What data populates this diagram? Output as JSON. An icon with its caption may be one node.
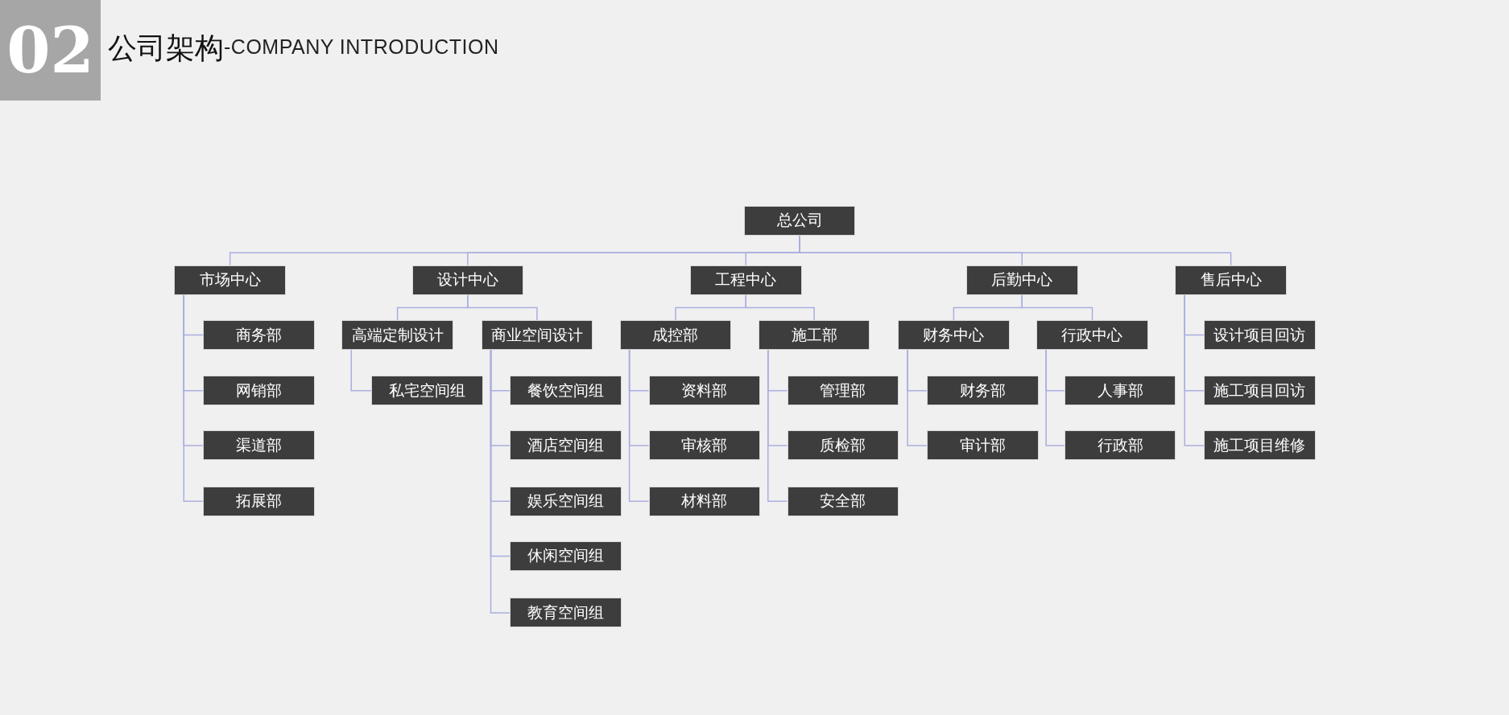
{
  "diagram": {
    "title": "公司架构",
    "nodes": [
      {
        "text": [
          "总公司"
        ]
      },
      {
        "text": [
          "市场中心"
        ]
      },
      {
        "text": [
          "商务部"
        ]
      },
      {
        "text": [
          "网销部"
        ]
      },
      {
        "text": [
          "渠道部"
        ]
      },
      {
        "text": [
          "拓展部"
        ]
      },
      {
        "text": [
          "设计中心"
        ]
      },
      {
        "text": [
          "高端定制设计"
        ]
      },
      {
        "text": [
          "私宅空间组"
        ]
      },
      {
        "text": [
          "商业空间设计"
        ]
      },
      {
        "text": [
          "餐饮空间组"
        ]
      },
      {
        "text": [
          "酒店空间组"
        ]
      },
      {
        "text": [
          "娱乐空间组"
        ]
      },
      {
        "text": [
          "休闲空间组"
        ]
      },
      {
        "text": [
          "教育空间组"
        ]
      },
      {
        "text": [
          "工程中心"
        ]
      },
      {
        "text": [
          "成控部"
        ]
      },
      {
        "text": [
          "资料部"
        ]
      },
      {
        "text": [
          "审核部"
        ]
      },
      {
        "text": [
          "材料部"
        ]
      },
      {
        "text": [
          "施工部"
        ]
      },
      {
        "text": [
          "管理部"
        ]
      },
      {
        "text": [
          "质检部"
        ]
      },
      {
        "text": [
          "安全部"
        ]
      },
      {
        "text": [
          "后勤中心"
        ]
      },
      {
        "text": [
          "财务中心"
        ]
      },
      {
        "text": [
          "财务部"
        ]
      },
      {
        "text": [
          "审计部"
        ]
      },
      {
        "text": [
          "行政中心"
        ]
      },
      {
        "text": [
          "人事部"
        ]
      },
      {
        "text": [
          "行政部"
        ]
      },
      {
        "text": [
          "售后中心"
        ]
      },
      {
        "text": [
          "设计项目回访"
        ]
      },
      {
        "text": [
          "施工项目回访"
        ]
      },
      {
        "text": [
          "施工项目维修"
        ]
      }
    ],
    "edges": [
      {
        "from": 0,
        "to": 1,
        "arrow": "none"
      },
      {
        "from": 0,
        "to": 6,
        "arrow": "none"
      },
      {
        "from": 0,
        "to": 15,
        "arrow": "none"
      },
      {
        "from": 0,
        "to": 24,
        "arrow": "none"
      },
      {
        "from": 0,
        "to": 31,
        "arrow": "none"
      },
      {
        "from": 1,
        "to": 2,
        "arrow": "none"
      },
      {
        "from": 1,
        "to": 3,
        "arrow": "none"
      },
      {
        "from": 1,
        "to": 4,
        "arrow": "none"
      },
      {
        "from": 1,
        "to": 5,
        "arrow": "none"
      },
      {
        "from": 6,
        "to": 7,
        "arrow": "none"
      },
      {
        "from": 6,
        "to": 9,
        "arrow": "none"
      },
      {
        "from": 7,
        "to": 8,
        "arrow": "none"
      },
      {
        "from": 9,
        "to": 10,
        "arrow": "none"
      },
      {
        "from": 9,
        "to": 11,
        "arrow": "none"
      },
      {
        "from": 9,
        "to": 12,
        "arrow": "none"
      },
      {
        "from": 9,
        "to": 13,
        "arrow": "none"
      },
      {
        "from": 9,
        "to": 14,
        "arrow": "none"
      },
      {
        "from": 15,
        "to": 16,
        "arrow": "none"
      },
      {
        "from": 15,
        "to": 20,
        "arrow": "none"
      },
      {
        "from": 16,
        "to": 17,
        "arrow": "none"
      },
      {
        "from": 16,
        "to": 18,
        "arrow": "none"
      },
      {
        "from": 16,
        "to": 19,
        "arrow": "none"
      },
      {
        "from": 20,
        "to": 21,
        "arrow": "none"
      },
      {
        "from": 20,
        "to": 22,
        "arrow": "none"
      },
      {
        "from": 20,
        "to": 23,
        "arrow": "none"
      },
      {
        "from": 24,
        "to": 25,
        "arrow": "none"
      },
      {
        "from": 24,
        "to": 28,
        "arrow": "none"
      },
      {
        "from": 25,
        "to": 26,
        "arrow": "none"
      },
      {
        "from": 25,
        "to": 27,
        "arrow": "none"
      },
      {
        "from": 28,
        "to": 29,
        "arrow": "none"
      },
      {
        "from": 28,
        "to": 30,
        "arrow": "none"
      },
      {
        "from": 31,
        "to": 32,
        "arrow": "none"
      },
      {
        "from": 31,
        "to": 33,
        "arrow": "none"
      },
      {
        "from": 31,
        "to": 34,
        "arrow": "none"
      }
    ],
    "labels": [
      "02",
      "-COMPANY INTRODUCTION"
    ]
  }
}
